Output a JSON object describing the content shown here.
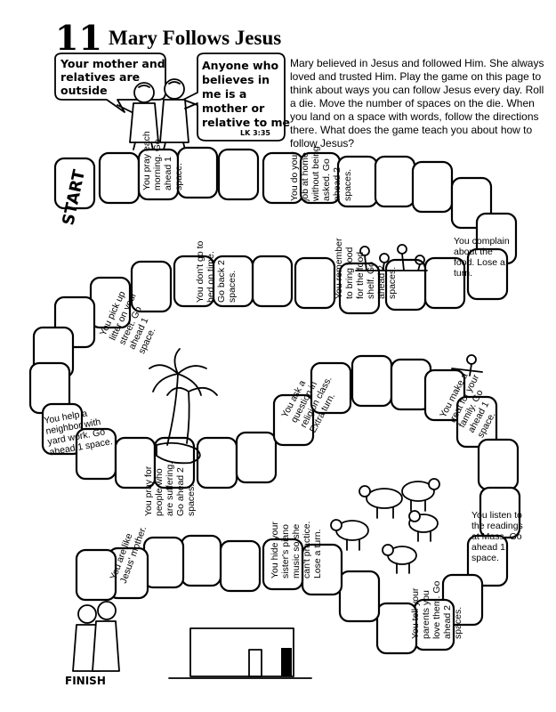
{
  "lesson": {
    "number": "11",
    "title": "Mary Follows Jesus"
  },
  "intro": "Mary believed in Jesus and followed Him. She always loved and trusted Him. Play the game on this page to think about ways you can follow Jesus every day. Roll a die. Move the number of spaces on the die. When you land on a space with words, follow the directions there. What does the game teach you about how to follow Jesus?",
  "bubbles": {
    "left": [
      "Your mother and",
      "relatives are",
      "outside"
    ],
    "right": [
      "Anyone who",
      "believes in",
      "me is a",
      "mother or",
      "relative to me"
    ],
    "reference": "LK 3:35"
  },
  "board": {
    "start": "START",
    "finish": "FINISH",
    "spaces": [
      [
        "You pray each",
        "morning. Go",
        "ahead 1",
        "space."
      ],
      [
        "You do your",
        "job at home",
        "without being",
        "asked. Go",
        "ahead 2",
        "spaces."
      ],
      [
        "You complain",
        "about the",
        "food. Lose a",
        "turn."
      ],
      [
        "You remember",
        "to bring food",
        "for the food",
        "shelf. Go",
        "ahead 2",
        "spaces."
      ],
      [
        "You don't go to",
        "bed on time.",
        "Go back 2",
        "spaces."
      ],
      [
        "You pick up",
        "litter on your",
        "street. Go",
        "ahead 1",
        "space."
      ],
      [
        "You help a",
        "neighbor with",
        "yard work. Go",
        "ahead 1 space."
      ],
      [
        "You ask a",
        "question in",
        "religion class.",
        "Extra turn."
      ],
      [
        "You make a",
        "treat for your",
        "family. Go",
        "ahead 1",
        "space."
      ],
      [
        "You listen to",
        "the readings",
        "at Mass. Go",
        "ahead 1",
        "space."
      ],
      [
        "You tell your",
        "parents you",
        "love them. Go",
        "ahead 2",
        "spaces."
      ],
      [
        "You hide your",
        "sister's piano",
        "music so she",
        "can't practice.",
        "Lose a turn."
      ],
      [
        "You pray for",
        "people who",
        "are suffering.",
        "Go ahead 2",
        "spaces."
      ],
      [
        "You are like",
        "Jesus' mother."
      ]
    ]
  }
}
